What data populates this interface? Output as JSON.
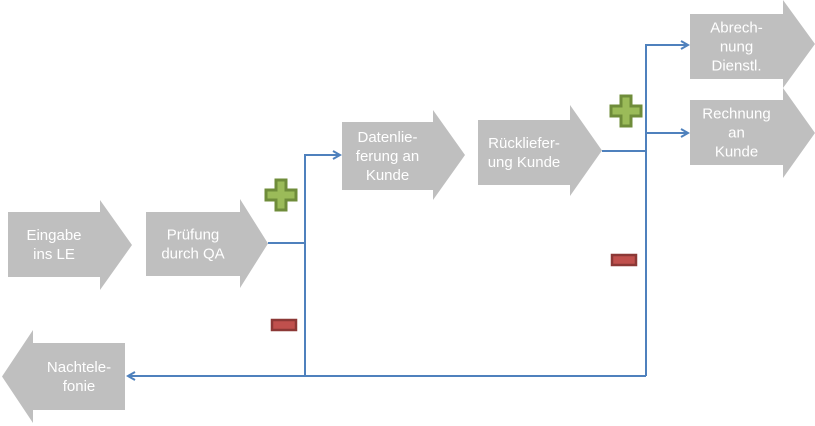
{
  "colors": {
    "arrow_fill": "#bfbfbf",
    "text": "#ffffff",
    "connector": "#4f81bd",
    "plus_fill": "#9bbb59",
    "plus_border": "#6f8c3a",
    "minus_fill": "#c0504d",
    "minus_border": "#8c3836"
  },
  "steps": [
    {
      "id": "eingabe",
      "lines": [
        "Eingabe",
        "ins LE"
      ],
      "direction": "right"
    },
    {
      "id": "pruefung",
      "lines": [
        "Prüfung",
        "durch QA"
      ],
      "direction": "right"
    },
    {
      "id": "datenlieferung",
      "lines": [
        "Datenlie-",
        "ferung an",
        "Kunde"
      ],
      "direction": "right"
    },
    {
      "id": "ruecklieferung",
      "lines": [
        "Rückliefer-",
        "ung Kunde"
      ],
      "direction": "right"
    },
    {
      "id": "abrechnung",
      "lines": [
        "Abrech-",
        "nung",
        "Dienstl."
      ],
      "direction": "right"
    },
    {
      "id": "rechnung",
      "lines": [
        "Rechnung",
        "an",
        "Kunde"
      ],
      "direction": "right"
    },
    {
      "id": "nachtelefonie",
      "lines": [
        "Nachtele-",
        "fonie"
      ],
      "direction": "left"
    }
  ],
  "markers": [
    {
      "id": "plus-after-pruefung",
      "symbol": "plus",
      "meaning": "positive"
    },
    {
      "id": "minus-after-pruefung",
      "symbol": "minus",
      "meaning": "negative"
    },
    {
      "id": "plus-after-ruecklieferung",
      "symbol": "plus",
      "meaning": "positive"
    },
    {
      "id": "minus-after-ruecklieferung",
      "symbol": "minus",
      "meaning": "negative"
    }
  ]
}
